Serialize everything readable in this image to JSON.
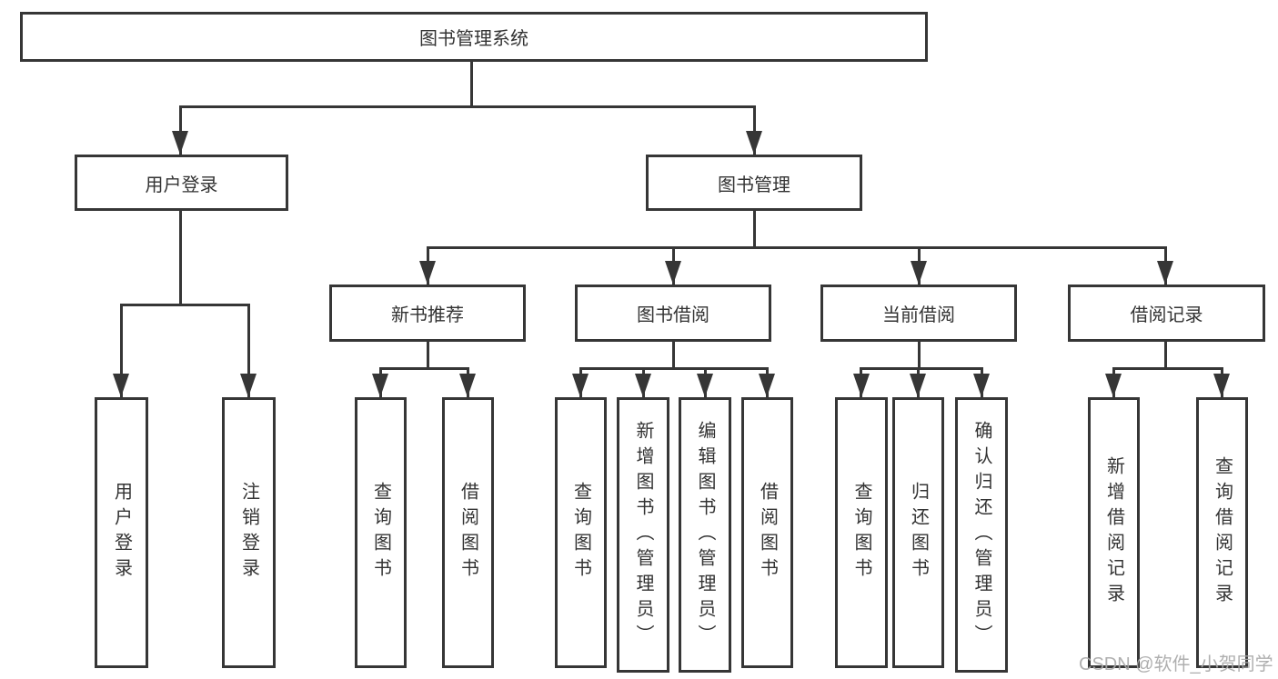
{
  "diagram": {
    "type": "tree",
    "root": {
      "label": "图书管理系统",
      "children": [
        {
          "label": "用户登录",
          "children": [
            {
              "label": "用户登录"
            },
            {
              "label": "注销登录"
            }
          ]
        },
        {
          "label": "图书管理",
          "children": [
            {
              "label": "新书推荐",
              "children": [
                {
                  "label": "查询图书"
                },
                {
                  "label": "借阅图书"
                }
              ]
            },
            {
              "label": "图书借阅",
              "children": [
                {
                  "label": "查询图书"
                },
                {
                  "label": "新增图书（管理员）"
                },
                {
                  "label": "编辑图书（管理员）"
                },
                {
                  "label": "借阅图书"
                }
              ]
            },
            {
              "label": "当前借阅",
              "children": [
                {
                  "label": "查询图书"
                },
                {
                  "label": "归还图书"
                },
                {
                  "label": "确认归还（管理员）"
                }
              ]
            },
            {
              "label": "借阅记录",
              "children": [
                {
                  "label": "新增借阅记录"
                },
                {
                  "label": "查询借阅记录"
                }
              ]
            }
          ]
        }
      ]
    },
    "colors": {
      "line": "#363636",
      "text": "#333333",
      "background": "#ffffff",
      "watermark": "#a8a8a8"
    },
    "watermark": "CSDN @软件_小贺同学"
  }
}
